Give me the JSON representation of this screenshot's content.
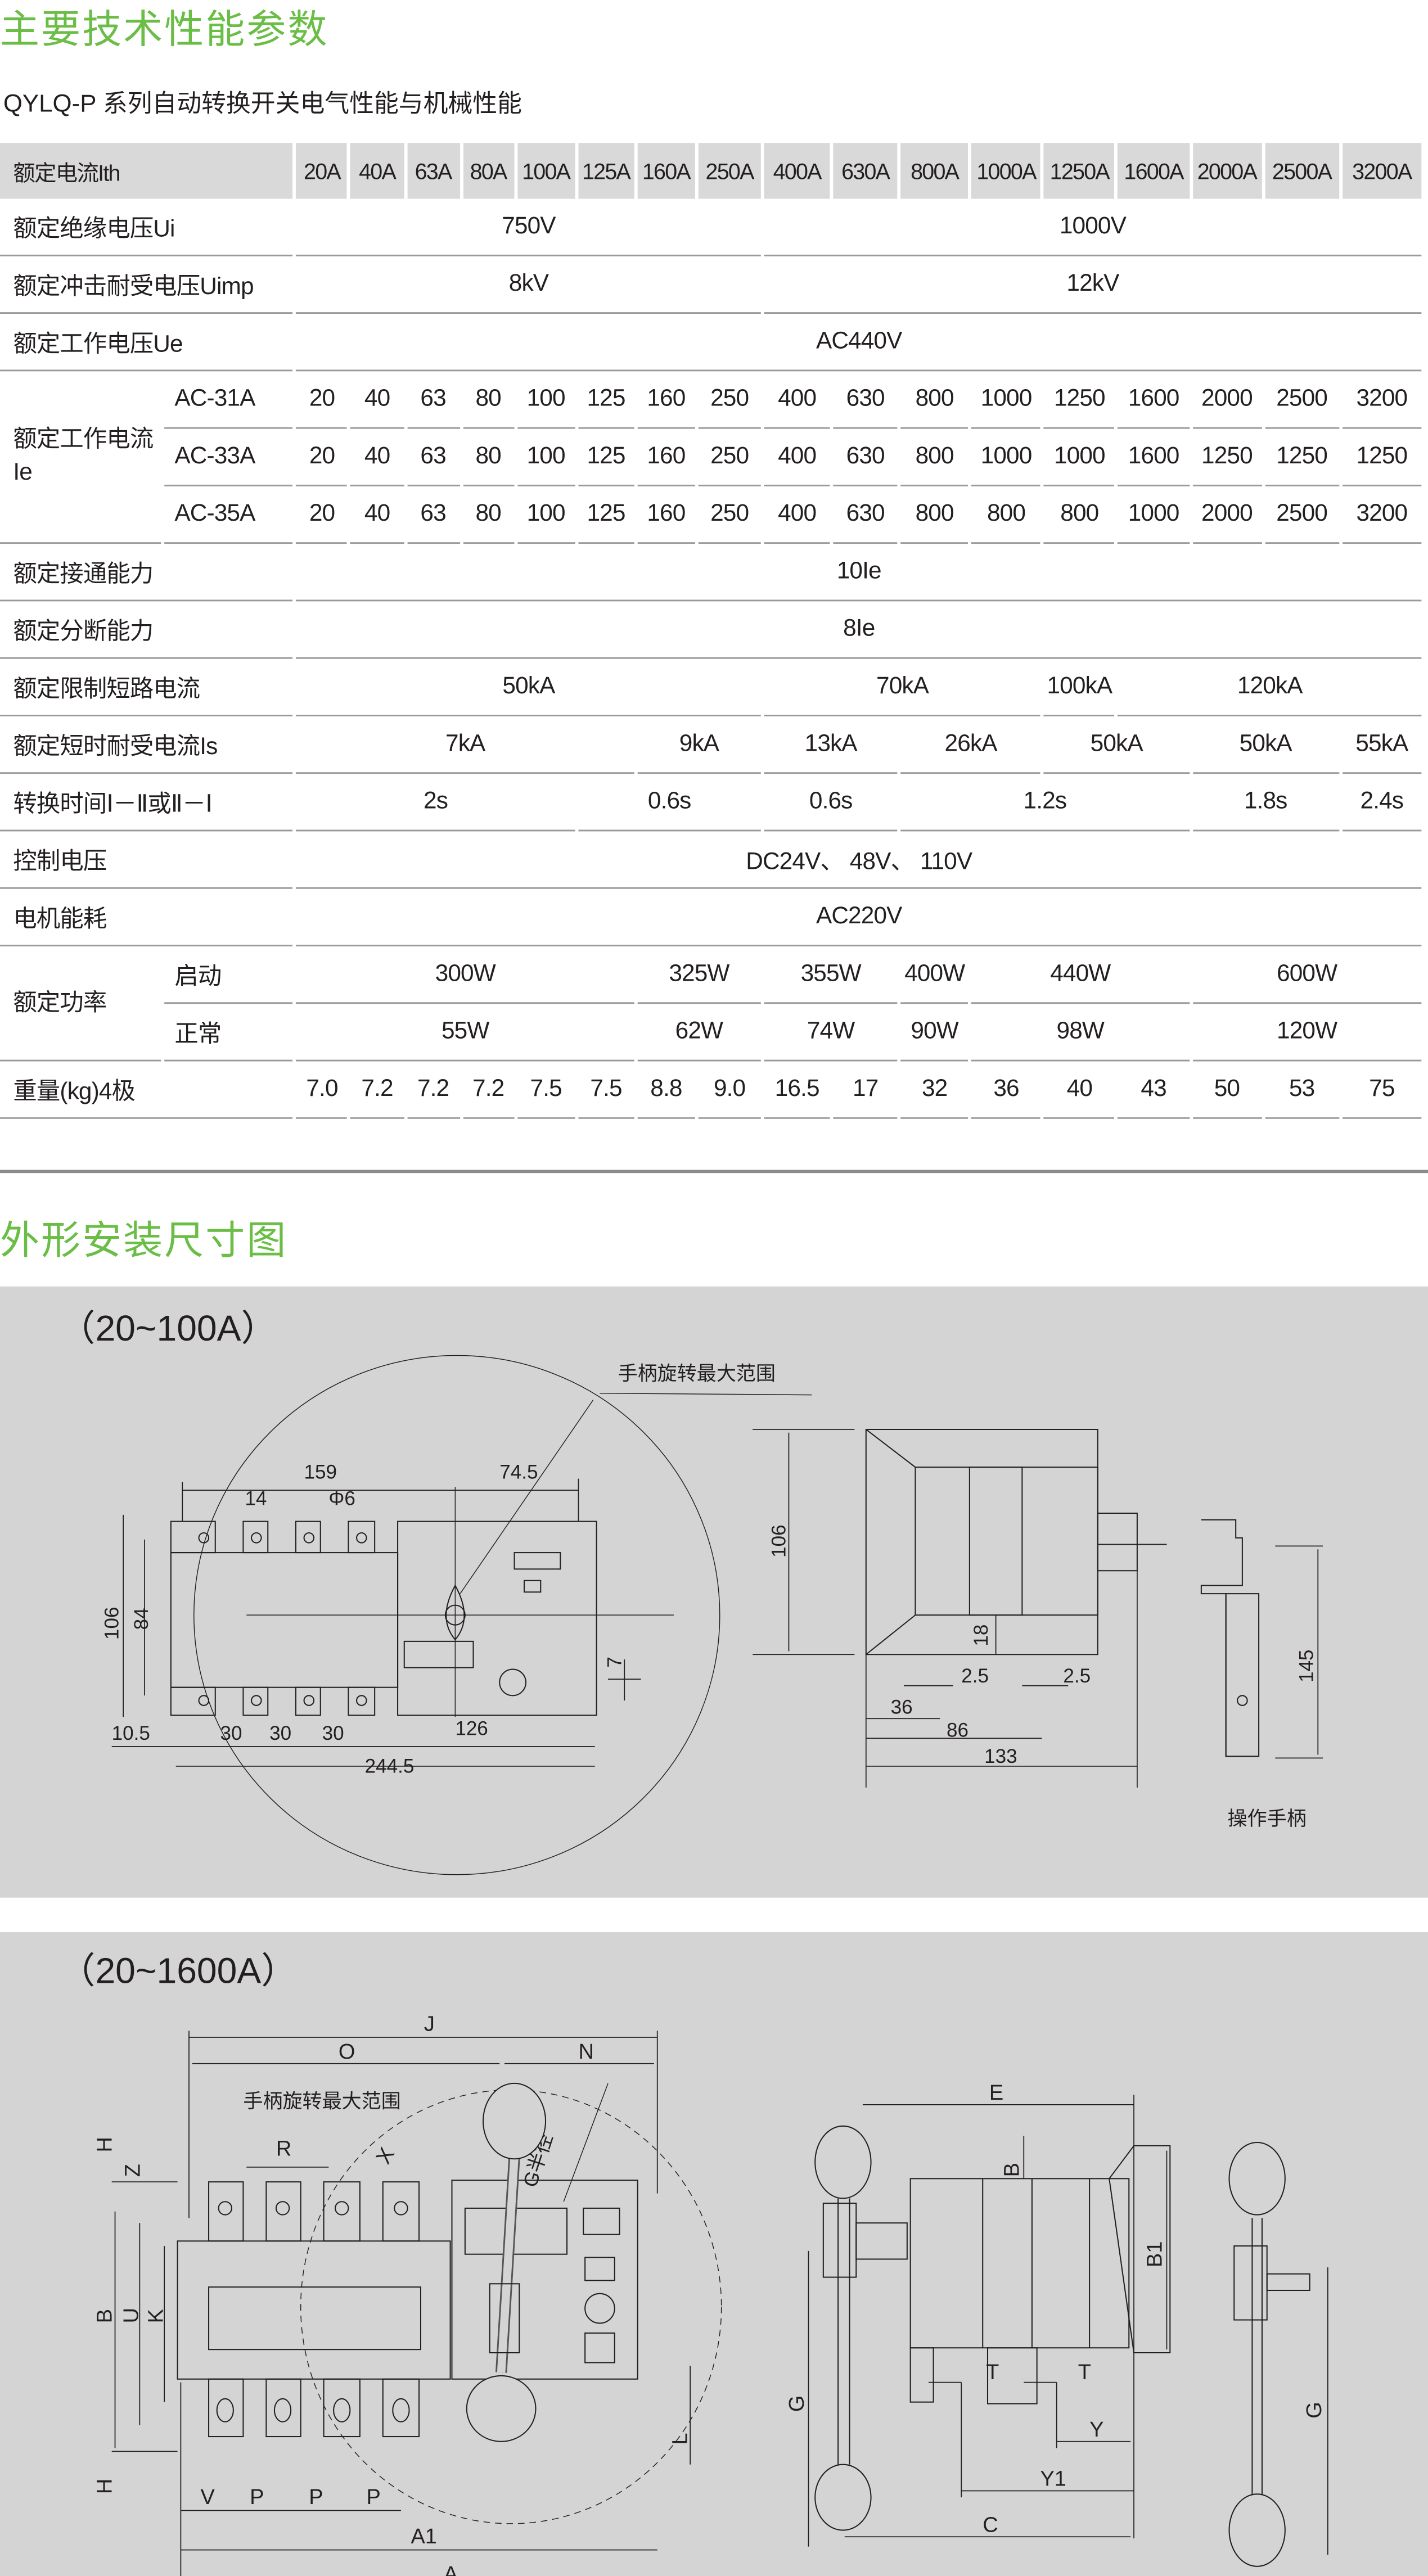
{
  "page": {
    "title": "主要技术性能参数",
    "subtitle": "QYLQ-P 系列自动转换开关电气性能与机械性能",
    "section2_title": "外形安装尺寸图"
  },
  "colors": {
    "accent_green": "#6abd45",
    "panel_gray": "#d4d4d4",
    "header_gray": "#d9d9d9"
  },
  "table": {
    "header_label": "额定电流Ith",
    "columns": [
      "20A",
      "40A",
      "63A",
      "80A",
      "100A",
      "125A",
      "160A",
      "250A",
      "400A",
      "630A",
      "800A",
      "1000A",
      "1250A",
      "1600A",
      "2000A",
      "2500A",
      "3200A"
    ],
    "rows": [
      {
        "label": "额定绝缘电压Ui",
        "cells": [
          {
            "v": "750V",
            "span": 8
          },
          {
            "v": "1000V",
            "span": 9
          }
        ]
      },
      {
        "label": "额定冲击耐受电压Uimp",
        "cells": [
          {
            "v": "8kV",
            "span": 8
          },
          {
            "v": "12kV",
            "span": 9
          }
        ]
      },
      {
        "label": "额定工作电压Ue",
        "cells": [
          {
            "v": "AC440V",
            "span": 17
          }
        ]
      },
      {
        "label": "额定工作电流Ie",
        "sub": [
          {
            "label": "AC-31A",
            "cells": [
              {
                "v": "20"
              },
              {
                "v": "40"
              },
              {
                "v": "63"
              },
              {
                "v": "80"
              },
              {
                "v": "100"
              },
              {
                "v": "125"
              },
              {
                "v": "160"
              },
              {
                "v": "250"
              },
              {
                "v": "400"
              },
              {
                "v": "630"
              },
              {
                "v": "800"
              },
              {
                "v": "1000"
              },
              {
                "v": "1250"
              },
              {
                "v": "1600"
              },
              {
                "v": "2000"
              },
              {
                "v": "2500"
              },
              {
                "v": "3200"
              }
            ]
          },
          {
            "label": "AC-33A",
            "cells": [
              {
                "v": "20"
              },
              {
                "v": "40"
              },
              {
                "v": "63"
              },
              {
                "v": "80"
              },
              {
                "v": "100"
              },
              {
                "v": "125"
              },
              {
                "v": "160"
              },
              {
                "v": "250"
              },
              {
                "v": "400"
              },
              {
                "v": "630"
              },
              {
                "v": "800"
              },
              {
                "v": "1000"
              },
              {
                "v": "1000"
              },
              {
                "v": "1600"
              },
              {
                "v": "1250"
              },
              {
                "v": "1250"
              },
              {
                "v": "1250"
              }
            ]
          },
          {
            "label": "AC-35A",
            "cells": [
              {
                "v": "20"
              },
              {
                "v": "40"
              },
              {
                "v": "63"
              },
              {
                "v": "80"
              },
              {
                "v": "100"
              },
              {
                "v": "125"
              },
              {
                "v": "160"
              },
              {
                "v": "250"
              },
              {
                "v": "400"
              },
              {
                "v": "630"
              },
              {
                "v": "800"
              },
              {
                "v": "800"
              },
              {
                "v": "800"
              },
              {
                "v": "1000"
              },
              {
                "v": "2000"
              },
              {
                "v": "2500"
              },
              {
                "v": "3200"
              }
            ]
          }
        ]
      },
      {
        "label": "额定接通能力",
        "cells": [
          {
            "v": "10Ie",
            "span": 17
          }
        ]
      },
      {
        "label": "额定分断能力",
        "cells": [
          {
            "v": "8Ie",
            "span": 17
          }
        ]
      },
      {
        "label": "额定限制短路电流",
        "cells": [
          {
            "v": "50kA",
            "span": 8
          },
          {
            "v": "70kA",
            "span": 4
          },
          {
            "v": "100kA",
            "span": 1
          },
          {
            "v": "120kA",
            "span": 4
          }
        ]
      },
      {
        "label": "额定短时耐受电流Is",
        "cells": [
          {
            "v": "7kA",
            "span": 6
          },
          {
            "v": "9kA",
            "span": 2
          },
          {
            "v": "13kA",
            "span": 2
          },
          {
            "v": "26kA",
            "span": 2
          },
          {
            "v": "50kA",
            "span": 2
          },
          {
            "v": "50kA",
            "span": 2
          },
          {
            "v": "55kA",
            "span": 1
          }
        ]
      },
      {
        "label": "转换时间Ⅰ－Ⅱ或Ⅱ－Ⅰ",
        "cells": [
          {
            "v": "2s",
            "span": 5
          },
          {
            "v": "0.6s",
            "span": 3
          },
          {
            "v": "0.6s",
            "span": 2
          },
          {
            "v": "1.2s",
            "span": 4
          },
          {
            "v": "1.8s",
            "span": 2
          },
          {
            "v": "2.4s",
            "span": 1
          }
        ]
      },
      {
        "label": "控制电压",
        "cells": [
          {
            "v": "DC24V、 48V、 110V",
            "span": 17
          }
        ]
      },
      {
        "label": "电机能耗",
        "cells": [
          {
            "v": "AC220V",
            "span": 17
          }
        ]
      },
      {
        "label": "额定功率",
        "sub": [
          {
            "label": "启动",
            "cells": [
              {
                "v": "300W",
                "span": 6
              },
              {
                "v": "325W",
                "span": 2
              },
              {
                "v": "355W",
                "span": 2
              },
              {
                "v": "400W",
                "span": 1
              },
              {
                "v": "440W",
                "span": 3
              },
              {
                "v": "600W",
                "span": 3
              }
            ]
          },
          {
            "label": "正常",
            "cells": [
              {
                "v": "55W",
                "span": 6
              },
              {
                "v": "62W",
                "span": 2
              },
              {
                "v": "74W",
                "span": 2
              },
              {
                "v": "90W",
                "span": 1
              },
              {
                "v": "98W",
                "span": 3
              },
              {
                "v": "120W",
                "span": 3
              }
            ]
          }
        ]
      },
      {
        "label": "重量(kg)4极",
        "cells": [
          {
            "v": "7.0"
          },
          {
            "v": "7.2"
          },
          {
            "v": "7.2"
          },
          {
            "v": "7.2"
          },
          {
            "v": "7.5"
          },
          {
            "v": "7.5"
          },
          {
            "v": "8.8"
          },
          {
            "v": "9.0"
          },
          {
            "v": "16.5"
          },
          {
            "v": "17"
          },
          {
            "v": "32"
          },
          {
            "v": "36"
          },
          {
            "v": "40"
          },
          {
            "v": "43"
          },
          {
            "v": "50"
          },
          {
            "v": "53"
          },
          {
            "v": "75"
          }
        ]
      }
    ]
  },
  "drawing1": {
    "title": "（20~100A）",
    "handle_range_label": "手柄旋转最大范围",
    "handle_label": "操作手柄",
    "dims": {
      "d159": "159",
      "d74_5": "74.5",
      "d14": "14",
      "phi6": "Φ6",
      "d106": "106",
      "d84": "84",
      "d10_5": "10.5",
      "d30a": "30",
      "d30b": "30",
      "d30c": "30",
      "d126": "126",
      "d244_5": "244.5",
      "d7": "7",
      "side106": "106",
      "d18": "18",
      "d2_5a": "2.5",
      "d2_5b": "2.5",
      "d36": "36",
      "d86": "86",
      "d133": "133",
      "d145": "145"
    }
  },
  "drawing2": {
    "title": "（20~1600A）",
    "handle_range_label": "手柄旋转最大范围",
    "g_radius_label": "G半径",
    "dims": {
      "J": "J",
      "O": "O",
      "N": "N",
      "R": "R",
      "X": "X",
      "H1": "H",
      "Z": "Z",
      "B": "B",
      "U": "U",
      "K": "K",
      "H2": "H",
      "V": "V",
      "P1": "P",
      "P2": "P",
      "P3": "P",
      "A1": "A1",
      "A": "A",
      "L": "L",
      "E": "E",
      "Bs": "B",
      "B1": "B1",
      "G1": "G",
      "T1": "T",
      "T2": "T",
      "Y": "Y",
      "Y1": "Y1",
      "C": "C",
      "G2": "G"
    }
  }
}
